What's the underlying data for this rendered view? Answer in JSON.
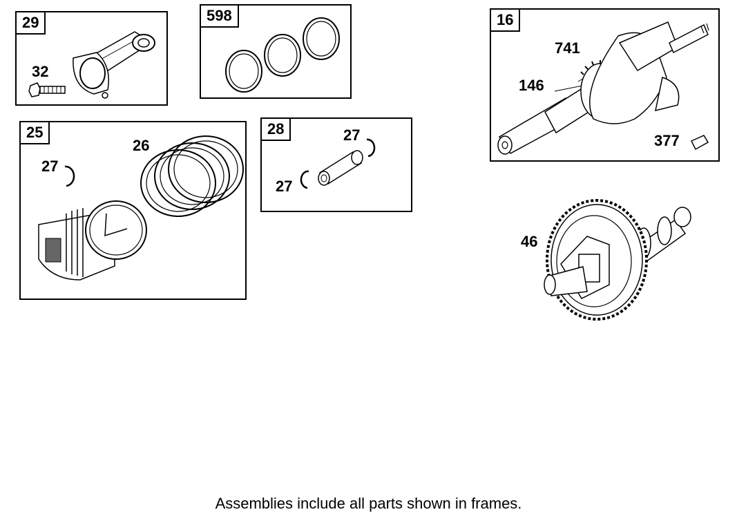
{
  "frames": {
    "f29": {
      "number": "29"
    },
    "f598": {
      "number": "598"
    },
    "f25": {
      "number": "25"
    },
    "f28": {
      "number": "28"
    },
    "f16": {
      "number": "16"
    }
  },
  "callouts": {
    "c32": "32",
    "c27_piston": "27",
    "c26": "26",
    "c27_pin_upper": "27",
    "c27_pin_lower": "27",
    "c741": "741",
    "c146": "146",
    "c377": "377",
    "c46": "46"
  },
  "footer": "Assemblies include all parts shown in frames."
}
